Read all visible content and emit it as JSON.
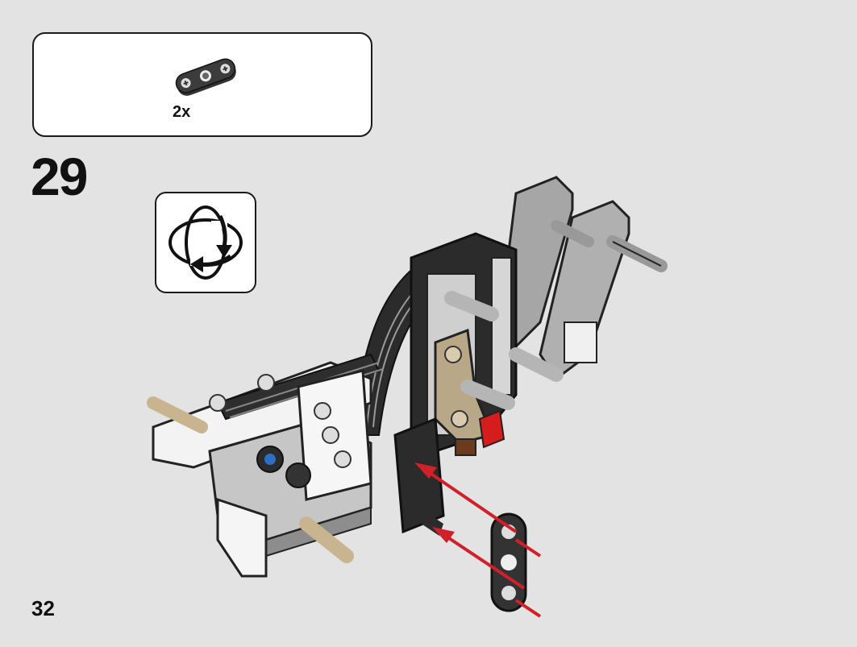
{
  "parts_callout": {
    "quantity": "2x",
    "part_icon": "beam-3-hole-icon"
  },
  "step": {
    "number": "29"
  },
  "rotate_indicator": {
    "icon": "rotate-model-icon"
  },
  "page": {
    "number": "32"
  },
  "colors": {
    "background": "#e3e3e3",
    "beam_black": "#2b2b2b",
    "beam_light_gray": "#a9a9a9",
    "beam_white": "#f5f5f5",
    "tan": "#b9a888",
    "red": "#d51d1d",
    "arrow": "#d0202a"
  }
}
